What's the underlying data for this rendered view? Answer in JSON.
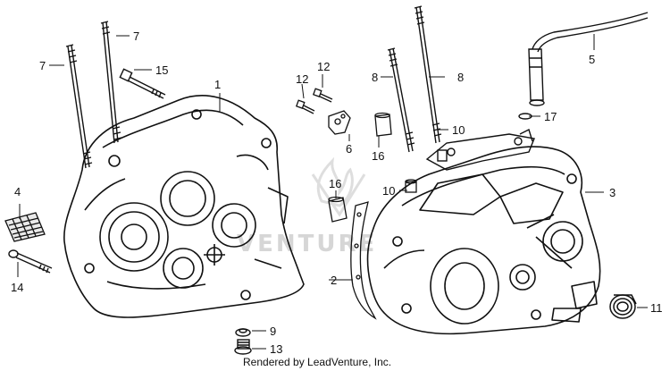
{
  "callouts": {
    "n1": "1",
    "n2": "2",
    "n3": "3",
    "n4": "4",
    "n5": "5",
    "n6": "6",
    "n7a": "7",
    "n7b": "7",
    "n8a": "8",
    "n8b": "8",
    "n9": "9",
    "n10a": "10",
    "n10b": "10",
    "n11": "11",
    "n12a": "12",
    "n12b": "12",
    "n13": "13",
    "n14": "14",
    "n15": "15",
    "n16a": "16",
    "n16b": "16",
    "n17": "17"
  },
  "footer": {
    "credit": "Rendered by LeadVenture, Inc."
  },
  "watermark": {
    "text": "VENTURE"
  }
}
